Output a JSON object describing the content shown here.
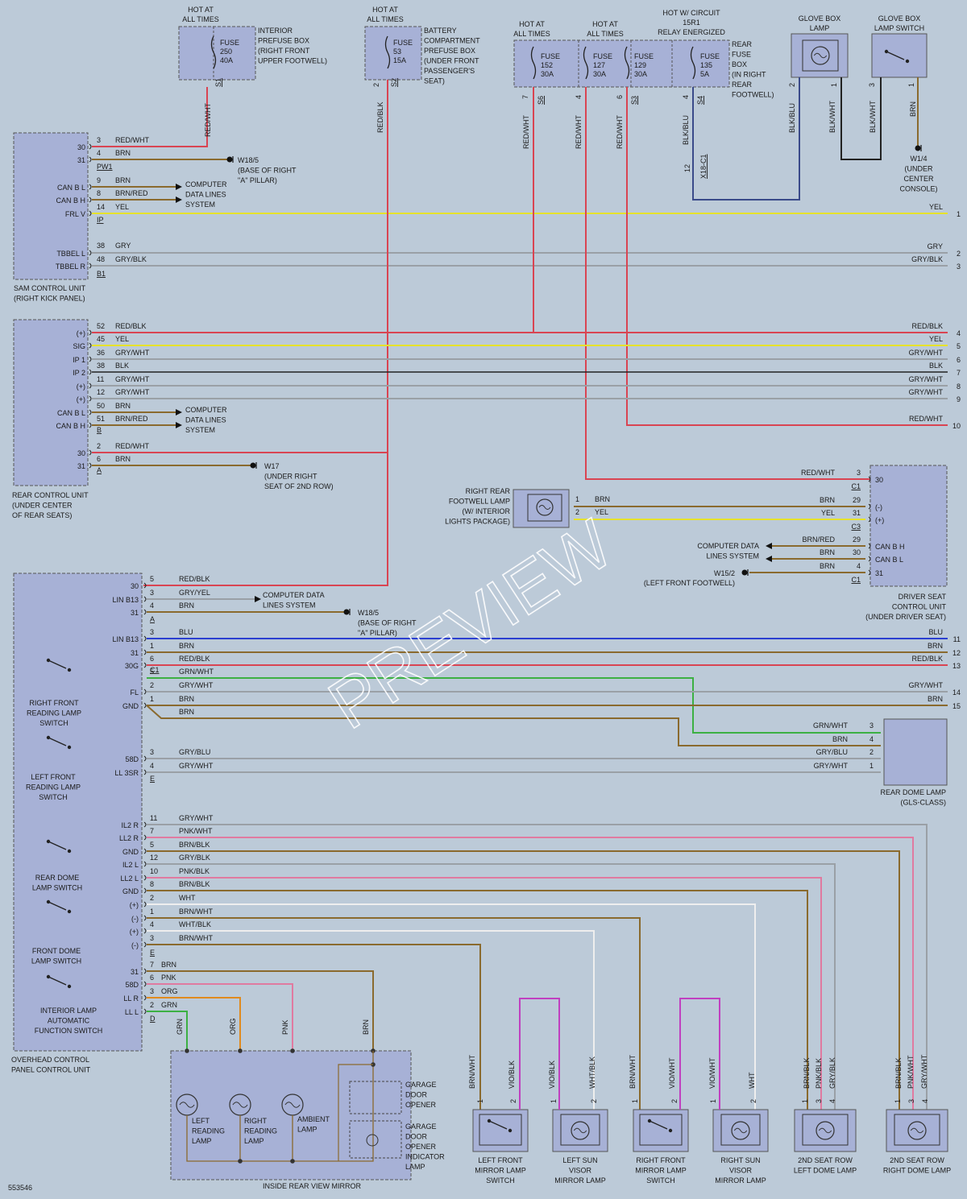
{
  "watermark": "PREVIEW",
  "figure_id": "553546",
  "colors": {
    "RED": "#d94452",
    "BRN": "#8a6a2e",
    "YEL": "#e6e22a",
    "GRY": "#9aa0a6",
    "BLU": "#2b3fd0",
    "GRN": "#3cb043",
    "ORG": "#e08a1e",
    "PNK": "#e07aa0",
    "VIO": "#c040c0",
    "WHT": "#eeeeee",
    "BLK": "#222222",
    "BKB": "#3a4a8a"
  },
  "hot_labels": [
    {
      "text1": "HOT AT",
      "text2": "ALL TIMES"
    },
    {
      "text1": "HOT AT",
      "text2": "ALL TIMES"
    },
    {
      "text1": "HOT AT",
      "text2": "ALL TIMES"
    },
    {
      "text1": "HOT AT",
      "text2": "ALL TIMES"
    },
    {
      "text1": "HOT W/ CIRCUIT",
      "text2": "15R1",
      "text3": "RELAY ENERGIZED"
    }
  ],
  "fuse_boxes": {
    "interior": [
      "INTERIOR",
      "PREFUSE BOX",
      "(RIGHT FRONT",
      "UPPER FOOTWELL)"
    ],
    "battery": [
      "BATTERY",
      "COMPARTMENT",
      "PREFUSE BOX",
      "(UNDER FRONT",
      "PASSENGER'S",
      "SEAT)"
    ],
    "rear": [
      "REAR",
      "FUSE",
      "BOX",
      "(IN RIGHT",
      "REAR",
      "FOOTWELL)"
    ]
  },
  "fuses": [
    {
      "l1": "FUSE",
      "l2": "250",
      "l3": "40A"
    },
    {
      "l1": "FUSE",
      "l2": "53",
      "l3": "15A"
    },
    {
      "l1": "FUSE",
      "l2": "152",
      "l3": "30A"
    },
    {
      "l1": "FUSE",
      "l2": "127",
      "l3": "30A"
    },
    {
      "l1": "FUSE",
      "l2": "129",
      "l3": "30A"
    },
    {
      "l1": "FUSE",
      "l2": "135",
      "l3": "5A"
    }
  ],
  "glove": {
    "lamp": [
      "GLOVE BOX",
      "LAMP"
    ],
    "switch": [
      "GLOVE BOX",
      "LAMP SWITCH"
    ],
    "ground": [
      "W1/4",
      "(UNDER",
      "CENTER",
      "CONSOLE)"
    ]
  },
  "sam": {
    "title": [
      "SAM CONTROL UNIT",
      "(RIGHT KICK PANEL)"
    ],
    "pins": [
      "30",
      "31",
      "CAN B L",
      "CAN B H",
      "FRL V",
      "TBBEL L",
      "TBBEL R"
    ],
    "ground": [
      "W18/5",
      "(BASE OF RIGHT",
      "\"A\" PILLAR)"
    ],
    "cdl": [
      "COMPUTER",
      "DATA LINES",
      "SYSTEM"
    ]
  },
  "rcu": {
    "title": [
      "REAR CONTROL UNIT",
      "(UNDER CENTER",
      "OF REAR SEATS)"
    ],
    "pins": [
      "(+)",
      "SIG",
      "IP 1",
      "IP 2",
      "(+)",
      "(+)",
      "CAN B L",
      "CAN B H",
      "30",
      "31"
    ],
    "ground": [
      "W17",
      "(UNDER RIGHT",
      "SEAT OF 2ND ROW)"
    ],
    "cdl": [
      "COMPUTER",
      "DATA LINES",
      "SYSTEM"
    ]
  },
  "dscu": {
    "title": [
      "DRIVER SEAT",
      "CONTROL UNIT",
      "(UNDER DRIVER SEAT)"
    ],
    "pins": [
      "30",
      "(-)",
      "(+)",
      "CAN B H",
      "CAN B L",
      "31"
    ],
    "cdl": [
      "COMPUTER DATA",
      "LINES SYSTEM"
    ],
    "ground": [
      "W15/2",
      "(LEFT FRONT FOOTWELL)"
    ]
  },
  "rrfl": [
    "RIGHT REAR",
    "FOOTWELL LAMP",
    "(W/ INTERIOR",
    "LIGHTS PACKAGE)"
  ],
  "ohc": {
    "title": [
      "OVERHEAD CONTROL",
      "PANEL CONTROL UNIT"
    ],
    "pins_a": [
      "30",
      "LIN B13",
      "31"
    ],
    "pins_b": [
      "LIN B13",
      "31",
      "30G",
      "FL",
      "GND"
    ],
    "pins_c": [
      "58D",
      "LL 3SR"
    ],
    "pins_d": [
      "IL2 R",
      "LL2 R",
      "GND",
      "IL2 L",
      "LL2 L",
      "GND",
      "(+)",
      "(-)",
      "(+)",
      "(-)"
    ],
    "pins_e": [
      "31",
      "58D",
      "LL R",
      "LL L"
    ],
    "switches": [
      [
        "RIGHT FRONT",
        "READING LAMP",
        "SWITCH"
      ],
      [
        "LEFT FRONT",
        "READING LAMP",
        "SWITCH"
      ],
      [
        "REAR DOME",
        "LAMP SWITCH"
      ],
      [
        "FRONT DOME",
        "LAMP SWITCH"
      ],
      [
        "INTERIOR LAMP",
        "AUTOMATIC",
        "FUNCTION SWITCH"
      ]
    ],
    "ground": [
      "W18/5",
      "(BASE OF RIGHT",
      "\"A\" PILLAR)"
    ],
    "cdl": [
      "COMPUTER DATA",
      "LINES SYSTEM"
    ]
  },
  "rear_dome": [
    "REAR DOME LAMP",
    "(GLS-CLASS)"
  ],
  "mirror": {
    "title": "INSIDE REAR VIEW MIRROR",
    "left": [
      "LEFT",
      "READING",
      "LAMP"
    ],
    "right": [
      "RIGHT",
      "READING",
      "LAMP"
    ],
    "ambient": [
      "AMBIENT",
      "LAMP"
    ],
    "gdo": [
      "GARAGE",
      "DOOR",
      "OPENER"
    ],
    "gdoi": [
      "GARAGE",
      "DOOR",
      "OPENER",
      "INDICATOR",
      "LAMP"
    ]
  },
  "bottom_components": [
    [
      "LEFT FRONT",
      "MIRROR LAMP",
      "SWITCH"
    ],
    [
      "LEFT SUN",
      "VISOR",
      "MIRROR LAMP"
    ],
    [
      "RIGHT FRONT",
      "MIRROR LAMP",
      "SWITCH"
    ],
    [
      "RIGHT SUN",
      "VISOR",
      "MIRROR LAMP"
    ],
    [
      "2ND SEAT ROW",
      "LEFT DOME LAMP"
    ],
    [
      "2ND SEAT ROW",
      "RIGHT DOME LAMP"
    ]
  ],
  "wires": {
    "sam": [
      {
        "pin": "3",
        "color": "RED/WHT"
      },
      {
        "pin": "4",
        "color": "BRN"
      },
      {
        "pin": "9",
        "color": "BRN"
      },
      {
        "pin": "8",
        "color": "BRN/RED"
      },
      {
        "pin": "14",
        "color": "YEL"
      },
      {
        "pin": "38",
        "color": "GRY"
      },
      {
        "pin": "48",
        "color": "GRY/BLK"
      }
    ],
    "rcu": [
      {
        "pin": "52",
        "color": "RED/BLK"
      },
      {
        "pin": "45",
        "color": "YEL"
      },
      {
        "pin": "36",
        "color": "GRY/WHT"
      },
      {
        "pin": "38",
        "color": "BLK"
      },
      {
        "pin": "11",
        "color": "GRY/WHT"
      },
      {
        "pin": "12",
        "color": "GRY/WHT"
      },
      {
        "pin": "50",
        "color": "BRN"
      },
      {
        "pin": "51",
        "color": "BRN/RED"
      },
      {
        "pin": "2",
        "color": "RED/WHT"
      },
      {
        "pin": "6",
        "color": "BRN"
      }
    ],
    "right_labels": [
      {
        "n": "1",
        "color": "YEL"
      },
      {
        "n": "2",
        "color": "GRY"
      },
      {
        "n": "3",
        "color": "GRY/BLK"
      },
      {
        "n": "4",
        "color": "RED/BLK"
      },
      {
        "n": "5",
        "color": "YEL"
      },
      {
        "n": "6",
        "color": "GRY/WHT"
      },
      {
        "n": "7",
        "color": "BLK"
      },
      {
        "n": "8",
        "color": "GRY/WHT"
      },
      {
        "n": "9",
        "color": "GRY/WHT"
      },
      {
        "n": "10",
        "color": "RED/WHT"
      },
      {
        "n": "11",
        "color": "BLU"
      },
      {
        "n": "12",
        "color": "BRN"
      },
      {
        "n": "13",
        "color": "RED/BLK"
      },
      {
        "n": "14",
        "color": "GRY/WHT"
      },
      {
        "n": "15",
        "color": "BRN"
      }
    ],
    "ohc_a": [
      {
        "pin": "5",
        "color": "RED/BLK"
      },
      {
        "pin": "3",
        "color": "GRY/YEL"
      },
      {
        "pin": "4",
        "color": "BRN"
      }
    ],
    "ohc_b": [
      {
        "pin": "3",
        "color": "BLU"
      },
      {
        "pin": "1",
        "color": "BRN"
      },
      {
        "pin": "6",
        "color": "RED/BLK"
      },
      {
        "pin": "5",
        "color": "GRN/WHT"
      },
      {
        "pin": "2",
        "color": "GRY/WHT"
      },
      {
        "pin": "1",
        "color": "BRN"
      },
      {
        "pin": "",
        "color": "BRN"
      }
    ],
    "ohc_c": [
      {
        "pin": "3",
        "color": "GRY/BLU"
      },
      {
        "pin": "4",
        "color": "GRY/WHT"
      }
    ],
    "ohc_d": [
      {
        "pin": "11",
        "color": "GRY/WHT"
      },
      {
        "pin": "7",
        "color": "PNK/WHT"
      },
      {
        "pin": "5",
        "color": "BRN/BLK"
      },
      {
        "pin": "12",
        "color": "GRY/BLK"
      },
      {
        "pin": "10",
        "color": "PNK/BLK"
      },
      {
        "pin": "8",
        "color": "BRN/BLK"
      },
      {
        "pin": "2",
        "color": "WHT"
      },
      {
        "pin": "1",
        "color": "BRN/WHT"
      },
      {
        "pin": "4",
        "color": "WHT/BLK"
      },
      {
        "pin": "3",
        "color": "BRN/WHT"
      }
    ],
    "ohc_e": [
      {
        "pin": "7",
        "color": "BRN"
      },
      {
        "pin": "6",
        "color": "PNK"
      },
      {
        "pin": "3",
        "color": "ORG"
      },
      {
        "pin": "2",
        "color": "GRN"
      }
    ],
    "dscu": [
      {
        "pin": "3",
        "color": "RED/WHT"
      },
      {
        "pin": "29",
        "color": "BRN"
      },
      {
        "pin": "31",
        "color": "YEL"
      },
      {
        "pin": "29",
        "color": "BRN/RED"
      },
      {
        "pin": "30",
        "color": "BRN"
      },
      {
        "pin": "4",
        "color": "BRN"
      }
    ],
    "rdl": [
      {
        "pin": "3",
        "color": "GRN/WHT"
      },
      {
        "pin": "4",
        "color": "BRN"
      },
      {
        "pin": "2",
        "color": "GRY/BLU"
      },
      {
        "pin": "1",
        "color": "GRY/WHT"
      }
    ],
    "rrfl": [
      {
        "pin": "1",
        "color": "BRN"
      },
      {
        "pin": "2",
        "color": "YEL"
      }
    ],
    "vertical": {
      "fuse250": "RED/WHT",
      "fuse53": "RED/BLK",
      "fuse152": "RED/WHT",
      "fuse127": "RED/WHT",
      "fuse129": "RED/WHT",
      "fuse135": "BLK/BLU",
      "glove1": "BLK/BLU",
      "glove2": "BLK/WHT",
      "glove3": "BLK/WHT",
      "glove4": "BRN"
    },
    "bottom": [
      "GRN",
      "ORG",
      "PNK",
      "BRN",
      "BRN/WHT",
      "VIO/BLK",
      "VIO/BLK",
      "WHT/BLK",
      "BRN/WHT",
      "VIO/WHT",
      "VIO/WHT",
      "WHT",
      "BRN/BLK",
      "PNK/BLK",
      "GRY/BLK",
      "BRN/BLK",
      "PNK/WHT",
      "GRY/WHT"
    ]
  },
  "connectors": {
    "s1": "S1",
    "s2": "S2",
    "s6": "S6",
    "s3": "S3",
    "s4": "S4",
    "x18": "X18-C1",
    "x18pin": "12",
    "pw1": "PW1",
    "ip": "IP",
    "b1": "B1",
    "b": "B",
    "a": "A",
    "c1": "C1",
    "c3": "C3",
    "e": "E",
    "d": "D"
  }
}
